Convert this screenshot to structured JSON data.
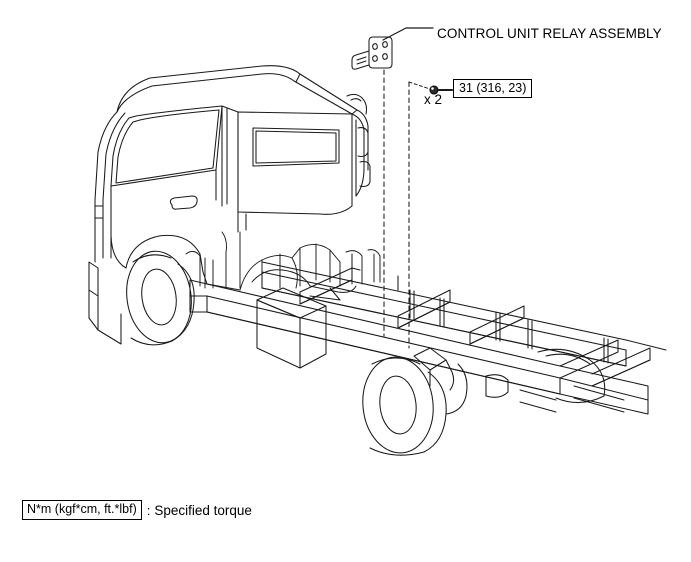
{
  "figure": {
    "type": "exploded-assembly-line-drawing",
    "subject": "cab-over truck chassis with cab",
    "background_color": "#ffffff",
    "line_color": "#1a1a1a"
  },
  "callouts": {
    "part_name": "CONTROL UNIT RELAY ASSEMBLY",
    "torque_value": "31 (316, 23)",
    "bolt_quantity": "x 2"
  },
  "legend": {
    "unit_box": "N*m (kgf*cm, ft.*lbf)",
    "separator": ":",
    "description": "Specified torque"
  }
}
